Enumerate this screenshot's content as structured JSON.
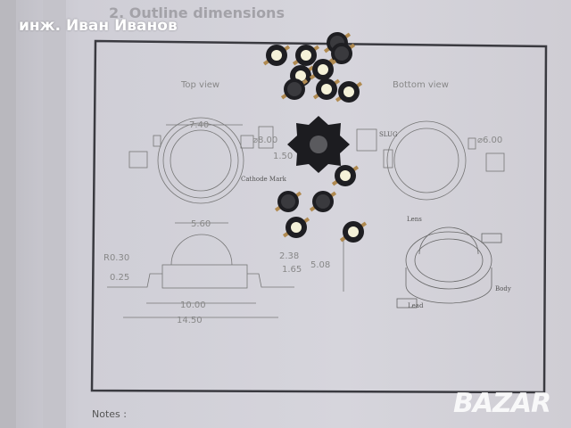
{
  "heading": "2. Outline dimensions",
  "overlay_text": "инж. Иван Иванов",
  "drawing": {
    "top_view": "Top view",
    "bottom_view": "Bottom view",
    "dim_740": "7.40",
    "dim_800": "⌀8.00",
    "dim_150": "1.50",
    "cathode_mark": "Cathode Mark",
    "slug": "SLUG",
    "dim_600": "⌀6.00",
    "dim_560": "5.60",
    "dim_r030": "R0.30",
    "dim_025": "0.25",
    "dim_238": "2.38",
    "dim_165": "1.65",
    "dim_508": "5.08",
    "dim_1000": "10.00",
    "dim_1450": "14.50",
    "lens": "Lens",
    "body": "Body",
    "lead": "Lead"
  },
  "notes_label": "Notes :",
  "watermark": "BAZAR",
  "colors": {
    "paper": "#d6d5dc",
    "led_body": "#1e1e22",
    "led_white": "#f4f1d8",
    "overlay": "#ffffff"
  }
}
